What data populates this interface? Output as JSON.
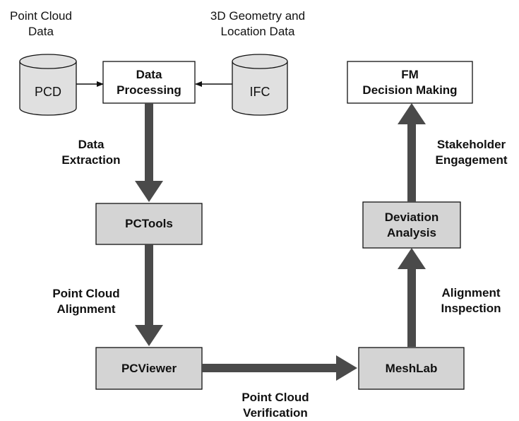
{
  "inputs": {
    "pcd_caption": [
      "Point Cloud",
      "Data"
    ],
    "pcd_label": "PCD",
    "ifc_caption": [
      "3D Geometry and",
      "Location Data"
    ],
    "ifc_label": "IFC"
  },
  "nodes": {
    "data_processing": [
      "Data",
      "Processing"
    ],
    "pctools": [
      "PCTools"
    ],
    "pcviewer": [
      "PCViewer"
    ],
    "meshlab": [
      "MeshLab"
    ],
    "deviation_analysis": [
      "Deviation",
      "Analysis"
    ],
    "fm_decision": [
      "FM",
      "Decision Making"
    ]
  },
  "edges": {
    "data_extraction": [
      "Data",
      "Extraction"
    ],
    "point_cloud_alignment": [
      "Point Cloud",
      "Alignment"
    ],
    "point_cloud_verification": [
      "Point Cloud",
      "Verification"
    ],
    "alignment_inspection": [
      "Alignment",
      "Inspection"
    ],
    "stakeholder_engagement": [
      "Stakeholder",
      "Engagement"
    ]
  },
  "colors": {
    "process_box_fill": "#d4d4d4",
    "plain_box_fill": "#ffffff",
    "cylinder_fill": "#e0e0e0",
    "stroke": "#111111",
    "flow_arrow": "#4a4a4a"
  }
}
